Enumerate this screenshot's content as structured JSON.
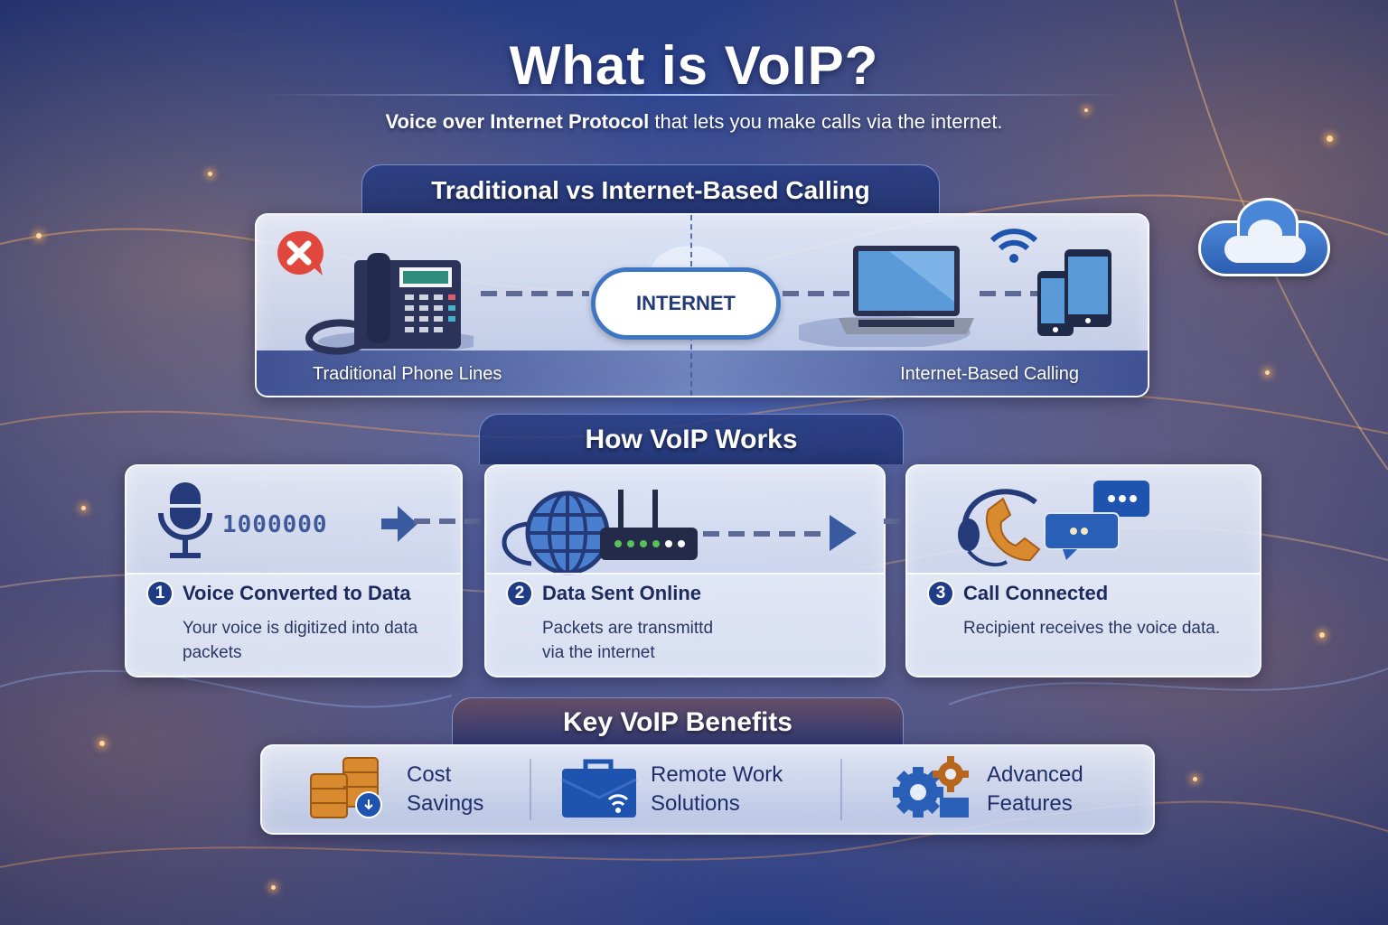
{
  "header": {
    "title": "What is VoIP?",
    "subtitle_bold": "Voice over Internet Protocol",
    "subtitle_rest": " that lets you make calls via the internet."
  },
  "comparison": {
    "heading": "Traditional vs Internet-Based Calling",
    "left_label": "Traditional Phone Lines",
    "right_label": "Internet-Based Calling",
    "center_badge": "INTERNET",
    "left_icons": [
      "x-mark-icon",
      "desk-phone-icon"
    ],
    "right_icons": [
      "wifi-icon",
      "laptop-icon",
      "smartphone-icon",
      "tablet-icon"
    ]
  },
  "how_it_works": {
    "heading": "How VoIP Works",
    "steps": [
      {
        "number": "1",
        "title": "Voice Converted to Data",
        "description": "Your voice is digitized into data packets",
        "binary": "1000000",
        "icons": [
          "microphone-icon",
          "arrow-right-icon"
        ]
      },
      {
        "number": "2",
        "title": "Data Sent Online",
        "description": "Packets are transmittd via the internet",
        "icons": [
          "globe-icon",
          "router-icon",
          "arrow-right-icon"
        ]
      },
      {
        "number": "3",
        "title": "Call Connected",
        "description": "Recipient receives the voice data.",
        "icons": [
          "headset-phone-icon",
          "chat-bubbles-icon"
        ]
      }
    ]
  },
  "benefits": {
    "heading": "Key VoIP Benefits",
    "items": [
      {
        "line1": "Cost",
        "line2": "Savings",
        "icon": "coins-icon"
      },
      {
        "line1": "Remote Work",
        "line2": "Solutions",
        "icon": "briefcase-wifi-icon"
      },
      {
        "line1": "Advanced",
        "line2": "Features",
        "icon": "gears-icon"
      }
    ]
  },
  "decor": {
    "side_icon": "cloud-icon"
  },
  "colors": {
    "navy": "#1f3d86",
    "accent_blue": "#3f76c4",
    "orange": "#d9892e",
    "red": "#e0483e"
  }
}
